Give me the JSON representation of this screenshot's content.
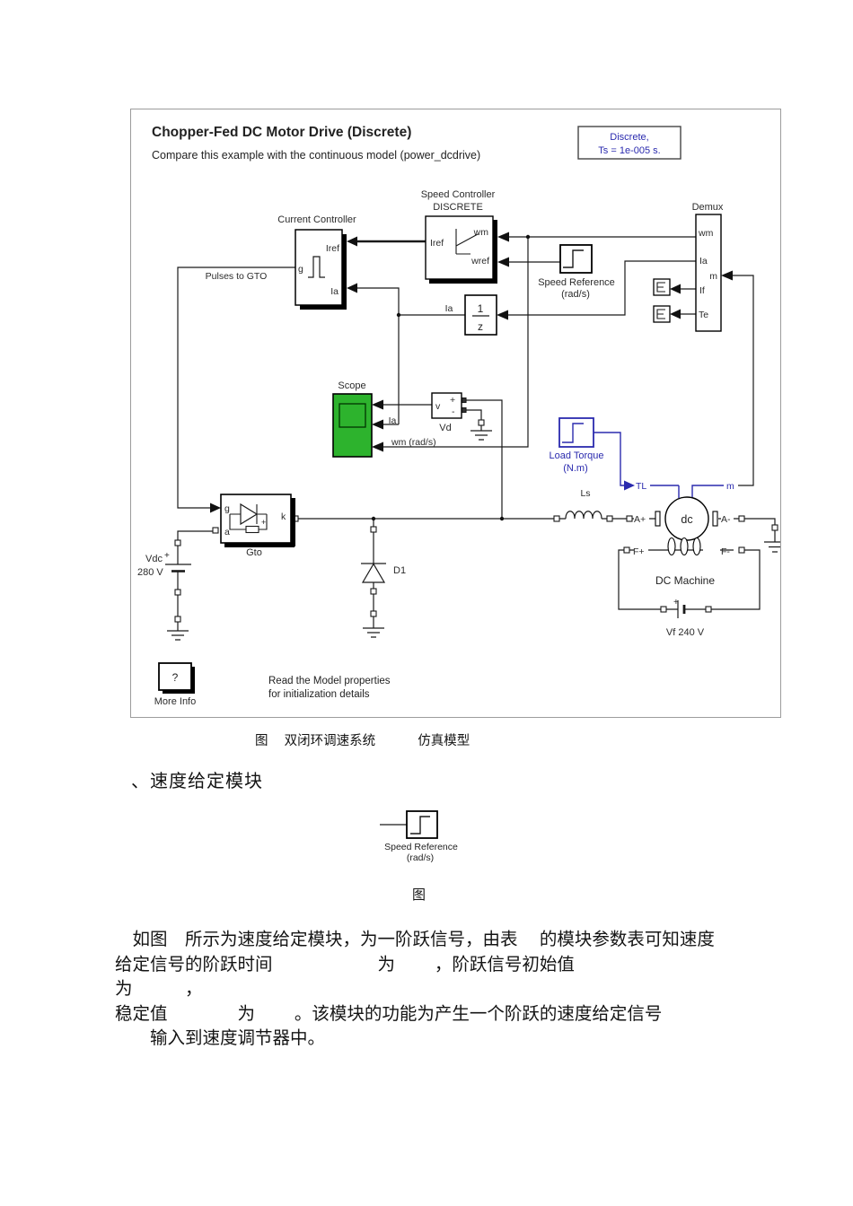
{
  "colors": {
    "signal_blue": "#2a2aae",
    "scope_green": "#2db32d",
    "line_dark": "#1a1a1a"
  },
  "diagram": {
    "title": "Chopper-Fed DC Motor Drive (Discrete)",
    "subtitle": "Compare this example with the continuous model (power_dcdrive)",
    "note_box": {
      "line1": "Discrete,",
      "line2": "Ts = 1e-005 s."
    },
    "labels": {
      "current_controller": "Current Controller",
      "speed_controller_line1": "Speed Controller",
      "speed_controller_line2": "DISCRETE",
      "speed_reference_line1": "Speed Reference",
      "speed_reference_line2": "(rad/s)",
      "demux": "Demux",
      "scope": "Scope",
      "vd": "Vd",
      "load_torque_line1": "Load Torque",
      "load_torque_line2": "(N.m)",
      "gto": "Gto",
      "d1": "D1",
      "ls": "Ls",
      "dc_machine": "DC Machine",
      "vf": "Vf 240 V",
      "vdc": "Vdc",
      "vdc_plus": "+",
      "vdc_value": "280 V",
      "battery_plus": "+",
      "more_info": "More Info",
      "more_info_q": "?",
      "pulses_to_gto": "Pulses  to GTO",
      "note_line1": "Read the Model properties",
      "note_line2": "for initialization details",
      "unit_delay_num": "1",
      "unit_delay_den": "z"
    },
    "ports": {
      "cc_iref": "Iref",
      "cc_g": "g",
      "cc_ia": "Ia",
      "sc_iref": "Iref",
      "sc_wm": "wm",
      "sc_wref": "wref",
      "demux_wm": "wm",
      "demux_ia": "Ia",
      "demux_m": "m",
      "demux_if": "If",
      "demux_te": "Te",
      "gto_g": "g",
      "gto_a": "a",
      "gto_k": "k",
      "gto_plus": "+",
      "vd_v": "v",
      "vd_plus": "+",
      "vd_minus": "-",
      "machine_a_plus": "A+",
      "machine_a_minus": "A-",
      "machine_dc": "dc",
      "machine_f_plus": "F+",
      "machine_f_minus": "F-",
      "tl": "TL",
      "m": "m"
    },
    "signals": {
      "ia_delay": "Ia",
      "scope_ia": "Ia",
      "scope_wm": "wm (rad/s)"
    }
  },
  "figure2": {
    "label_line1": "Speed Reference",
    "label_line2": "(rad/s)",
    "caption": "图"
  },
  "text": {
    "figure_caption": "图　 双闭环调速系统　　　 仿真模型",
    "section_heading": "、速度给定模块",
    "paragraph": "　如图　所示为速度给定模块，为一阶跃信号，由表　 的模块参数表可知速度\n给定信号的阶跃时间　　　　　　为　　 ，阶跃信号初始值　　　　　　为　　　，\n稳定值　　　　为　　 。该模块的功能为产生一个阶跃的速度给定信号\n　　输入到速度调节器中。"
  }
}
